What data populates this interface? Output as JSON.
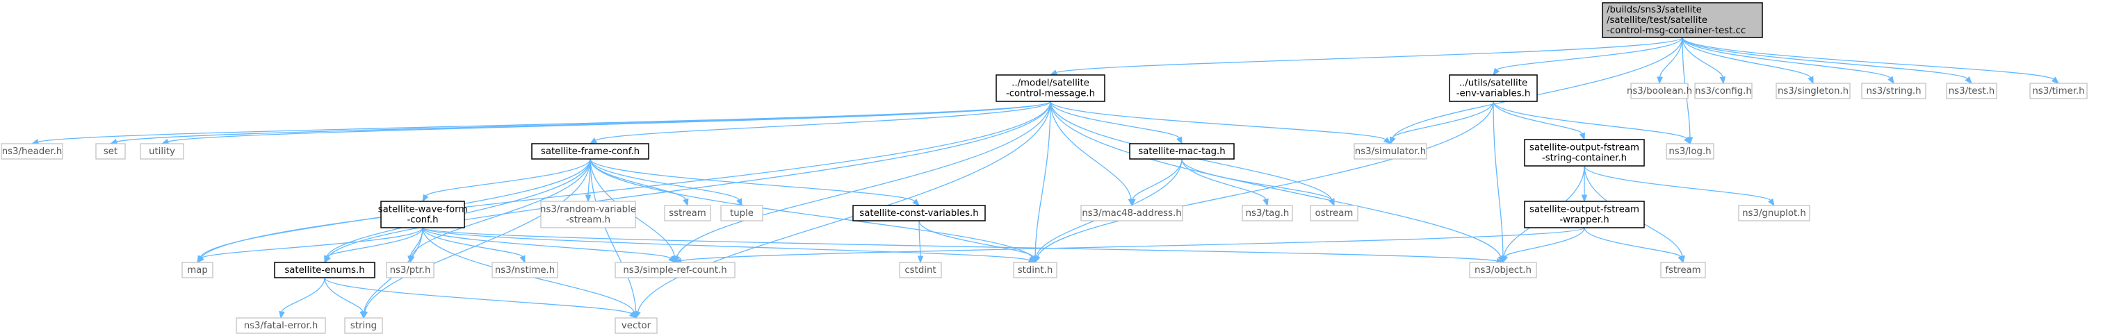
{
  "nodes": [
    {
      "id": "root",
      "kind": "root",
      "lines": [
        "/builds/sns3/satellite",
        "/satellite/test/satellite",
        "-control-msg-container-test.cc"
      ]
    },
    {
      "id": "control_message",
      "kind": "file",
      "lines": [
        "../model/satellite",
        "-control-message.h"
      ]
    },
    {
      "id": "env_variables",
      "kind": "file",
      "lines": [
        "../utils/satellite",
        "-env-variables.h"
      ]
    },
    {
      "id": "boolean",
      "kind": "sys",
      "lines": [
        "ns3/boolean.h"
      ]
    },
    {
      "id": "config",
      "kind": "sys",
      "lines": [
        "ns3/config.h"
      ]
    },
    {
      "id": "singleton",
      "kind": "sys",
      "lines": [
        "ns3/singleton.h"
      ]
    },
    {
      "id": "string_h",
      "kind": "sys",
      "lines": [
        "ns3/string.h"
      ]
    },
    {
      "id": "test",
      "kind": "sys",
      "lines": [
        "ns3/test.h"
      ]
    },
    {
      "id": "timer",
      "kind": "sys",
      "lines": [
        "ns3/timer.h"
      ]
    },
    {
      "id": "header",
      "kind": "sys",
      "lines": [
        "ns3/header.h"
      ]
    },
    {
      "id": "set",
      "kind": "sys",
      "lines": [
        "set"
      ]
    },
    {
      "id": "utility",
      "kind": "sys",
      "lines": [
        "utility"
      ]
    },
    {
      "id": "simulator",
      "kind": "sys",
      "lines": [
        "ns3/simulator.h"
      ]
    },
    {
      "id": "log",
      "kind": "sys",
      "lines": [
        "ns3/log.h"
      ]
    },
    {
      "id": "frame_conf",
      "kind": "file",
      "lines": [
        "satellite-frame-conf.h"
      ]
    },
    {
      "id": "mac_tag",
      "kind": "file",
      "lines": [
        "satellite-mac-tag.h"
      ]
    },
    {
      "id": "fstream_container",
      "kind": "file",
      "lines": [
        "satellite-output-fstream",
        "-string-container.h"
      ]
    },
    {
      "id": "wave_form_conf",
      "kind": "file",
      "lines": [
        "satellite-wave-form",
        "-conf.h"
      ]
    },
    {
      "id": "random_variable_stream",
      "kind": "sys",
      "lines": [
        "ns3/random-variable",
        "-stream.h"
      ]
    },
    {
      "id": "sstream",
      "kind": "sys",
      "lines": [
        "sstream"
      ]
    },
    {
      "id": "tuple",
      "kind": "sys",
      "lines": [
        "tuple"
      ]
    },
    {
      "id": "const_variables",
      "kind": "file",
      "lines": [
        "satellite-const-variables.h"
      ]
    },
    {
      "id": "mac48",
      "kind": "sys",
      "lines": [
        "ns3/mac48-address.h"
      ]
    },
    {
      "id": "tag",
      "kind": "sys",
      "lines": [
        "ns3/tag.h"
      ]
    },
    {
      "id": "ostream",
      "kind": "sys",
      "lines": [
        "ostream"
      ]
    },
    {
      "id": "fstream_wrapper",
      "kind": "file",
      "lines": [
        "satellite-output-fstream",
        "-wrapper.h"
      ]
    },
    {
      "id": "gnuplot",
      "kind": "sys",
      "lines": [
        "ns3/gnuplot.h"
      ]
    },
    {
      "id": "map",
      "kind": "sys",
      "lines": [
        "map"
      ]
    },
    {
      "id": "enums",
      "kind": "file",
      "lines": [
        "satellite-enums.h"
      ]
    },
    {
      "id": "ptr",
      "kind": "sys",
      "lines": [
        "ns3/ptr.h"
      ]
    },
    {
      "id": "nstime",
      "kind": "sys",
      "lines": [
        "ns3/nstime.h"
      ]
    },
    {
      "id": "simple_ref_count",
      "kind": "sys",
      "lines": [
        "ns3/simple-ref-count.h"
      ]
    },
    {
      "id": "cstdint",
      "kind": "sys",
      "lines": [
        "cstdint"
      ]
    },
    {
      "id": "stdint",
      "kind": "sys",
      "lines": [
        "stdint.h"
      ]
    },
    {
      "id": "object",
      "kind": "sys",
      "lines": [
        "ns3/object.h"
      ]
    },
    {
      "id": "fstream",
      "kind": "sys",
      "lines": [
        "fstream"
      ]
    },
    {
      "id": "fatal_error",
      "kind": "sys",
      "lines": [
        "ns3/fatal-error.h"
      ]
    },
    {
      "id": "string",
      "kind": "sys",
      "lines": [
        "string"
      ]
    },
    {
      "id": "vector",
      "kind": "sys",
      "lines": [
        "vector"
      ]
    }
  ],
  "edges": [
    [
      "root",
      "control_message"
    ],
    [
      "root",
      "simulator"
    ],
    [
      "root",
      "env_variables"
    ],
    [
      "root",
      "log"
    ],
    [
      "root",
      "boolean"
    ],
    [
      "root",
      "config"
    ],
    [
      "root",
      "singleton"
    ],
    [
      "root",
      "string_h"
    ],
    [
      "root",
      "test"
    ],
    [
      "root",
      "timer"
    ],
    [
      "control_message",
      "header"
    ],
    [
      "control_message",
      "set"
    ],
    [
      "control_message",
      "utility"
    ],
    [
      "control_message",
      "map"
    ],
    [
      "control_message",
      "enums"
    ],
    [
      "control_message",
      "frame_conf"
    ],
    [
      "control_message",
      "simple_ref_count"
    ],
    [
      "control_message",
      "mac_tag"
    ],
    [
      "control_message",
      "mac48"
    ],
    [
      "control_message",
      "stdint"
    ],
    [
      "control_message",
      "ostream"
    ],
    [
      "control_message",
      "vector"
    ],
    [
      "control_message",
      "object"
    ],
    [
      "control_message",
      "simulator"
    ],
    [
      "env_variables",
      "simulator"
    ],
    [
      "env_variables",
      "log"
    ],
    [
      "env_variables",
      "fstream_container"
    ],
    [
      "env_variables",
      "object"
    ],
    [
      "env_variables",
      "stdint"
    ],
    [
      "frame_conf",
      "map"
    ],
    [
      "frame_conf",
      "string"
    ],
    [
      "frame_conf",
      "enums"
    ],
    [
      "frame_conf",
      "ptr"
    ],
    [
      "frame_conf",
      "wave_form_conf"
    ],
    [
      "frame_conf",
      "simple_ref_count"
    ],
    [
      "frame_conf",
      "random_variable_stream"
    ],
    [
      "frame_conf",
      "sstream"
    ],
    [
      "frame_conf",
      "tuple"
    ],
    [
      "frame_conf",
      "const_variables"
    ],
    [
      "frame_conf",
      "stdint"
    ],
    [
      "frame_conf",
      "vector"
    ],
    [
      "wave_form_conf",
      "map"
    ],
    [
      "wave_form_conf",
      "enums"
    ],
    [
      "wave_form_conf",
      "string"
    ],
    [
      "wave_form_conf",
      "ptr"
    ],
    [
      "wave_form_conf",
      "nstime"
    ],
    [
      "wave_form_conf",
      "simple_ref_count"
    ],
    [
      "wave_form_conf",
      "stdint"
    ],
    [
      "wave_form_conf",
      "object"
    ],
    [
      "wave_form_conf",
      "vector"
    ],
    [
      "enums",
      "fatal_error"
    ],
    [
      "enums",
      "string"
    ],
    [
      "enums",
      "vector"
    ],
    [
      "const_variables",
      "cstdint"
    ],
    [
      "const_variables",
      "stdint"
    ],
    [
      "mac_tag",
      "mac48"
    ],
    [
      "mac_tag",
      "tag"
    ],
    [
      "mac_tag",
      "ostream"
    ],
    [
      "mac_tag",
      "stdint"
    ],
    [
      "fstream_container",
      "fstream_wrapper"
    ],
    [
      "fstream_container",
      "gnuplot"
    ],
    [
      "fstream_container",
      "fstream"
    ],
    [
      "fstream_container",
      "object"
    ],
    [
      "fstream_wrapper",
      "fstream"
    ],
    [
      "fstream_wrapper",
      "object"
    ],
    [
      "fstream_wrapper",
      "simple_ref_count"
    ]
  ]
}
